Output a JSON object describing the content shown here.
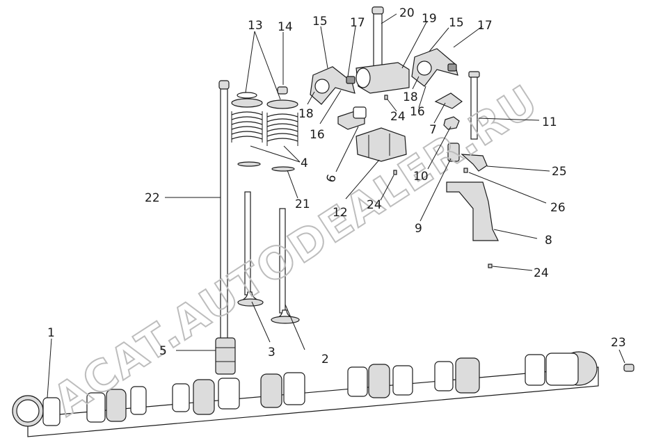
{
  "diagram": {
    "watermark": "ACAT.AUTODEALER.RU",
    "callouts": [
      {
        "id": "c1",
        "label": "1"
      },
      {
        "id": "c2",
        "label": "2"
      },
      {
        "id": "c3",
        "label": "3"
      },
      {
        "id": "c4",
        "label": "4"
      },
      {
        "id": "c5",
        "label": "5"
      },
      {
        "id": "c6",
        "label": "6"
      },
      {
        "id": "c7",
        "label": "7"
      },
      {
        "id": "c8",
        "label": "8"
      },
      {
        "id": "c9",
        "label": "9"
      },
      {
        "id": "c10",
        "label": "10"
      },
      {
        "id": "c11",
        "label": "11"
      },
      {
        "id": "c12",
        "label": "12"
      },
      {
        "id": "c13",
        "label": "13"
      },
      {
        "id": "c14",
        "label": "14"
      },
      {
        "id": "c15a",
        "label": "15"
      },
      {
        "id": "c15b",
        "label": "15"
      },
      {
        "id": "c16a",
        "label": "16"
      },
      {
        "id": "c16b",
        "label": "16"
      },
      {
        "id": "c17a",
        "label": "17"
      },
      {
        "id": "c17b",
        "label": "17"
      },
      {
        "id": "c18a",
        "label": "18"
      },
      {
        "id": "c18b",
        "label": "18"
      },
      {
        "id": "c19",
        "label": "19"
      },
      {
        "id": "c20",
        "label": "20"
      },
      {
        "id": "c21",
        "label": "21"
      },
      {
        "id": "c22",
        "label": "22"
      },
      {
        "id": "c23",
        "label": "23"
      },
      {
        "id": "c24a",
        "label": "24"
      },
      {
        "id": "c24b",
        "label": "24"
      },
      {
        "id": "c24c",
        "label": "24"
      },
      {
        "id": "c25",
        "label": "25"
      },
      {
        "id": "c26",
        "label": "26"
      }
    ]
  }
}
